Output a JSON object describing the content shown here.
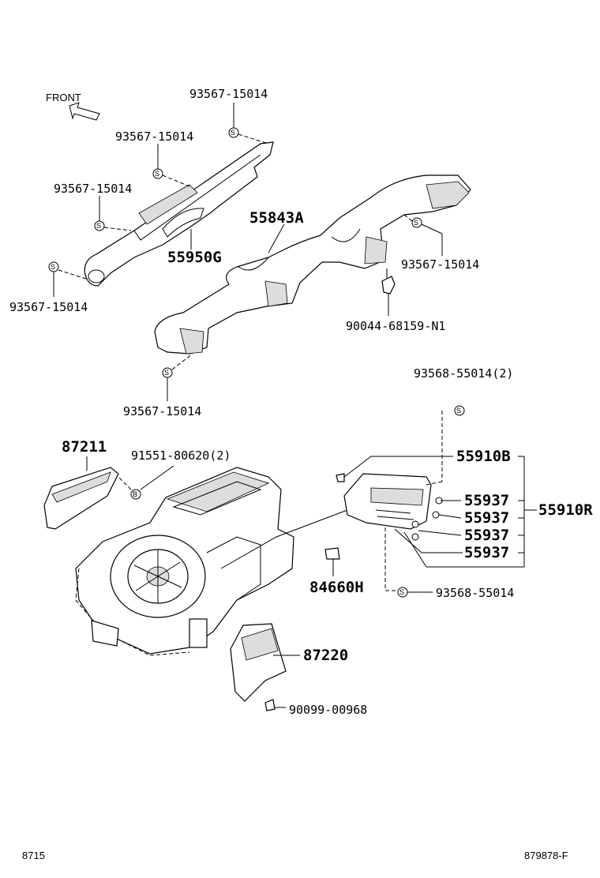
{
  "front_label": "FRONT",
  "labels": {
    "p93567_top": "93567-15014",
    "p93567_upper": "93567-15014",
    "p93567_left_mid": "93567-15014",
    "p93567_left_low": "93567-15014",
    "p93567_right": "93567-15014",
    "p93567_bottom": "93567-15014",
    "p55950G": "55950G",
    "p55843A": "55843A",
    "p90044": "90044-68159-N1",
    "p93568_2": "93568-55014(2)",
    "p87211": "87211",
    "p91551": "91551-80620(2)",
    "p55910B": "55910B",
    "p55937_1": "55937",
    "p55937_2": "55937",
    "p55937_3": "55937",
    "p55937_4": "55937",
    "p55910R": "55910R",
    "p84660H": "84660H",
    "p93568_single": "93568-55014",
    "p87220": "87220",
    "p90099": "90099-00968"
  },
  "symbols": {
    "screw": "S",
    "bolt": "B"
  },
  "footer": {
    "left_code": "8715",
    "right_code": "879878-F"
  }
}
